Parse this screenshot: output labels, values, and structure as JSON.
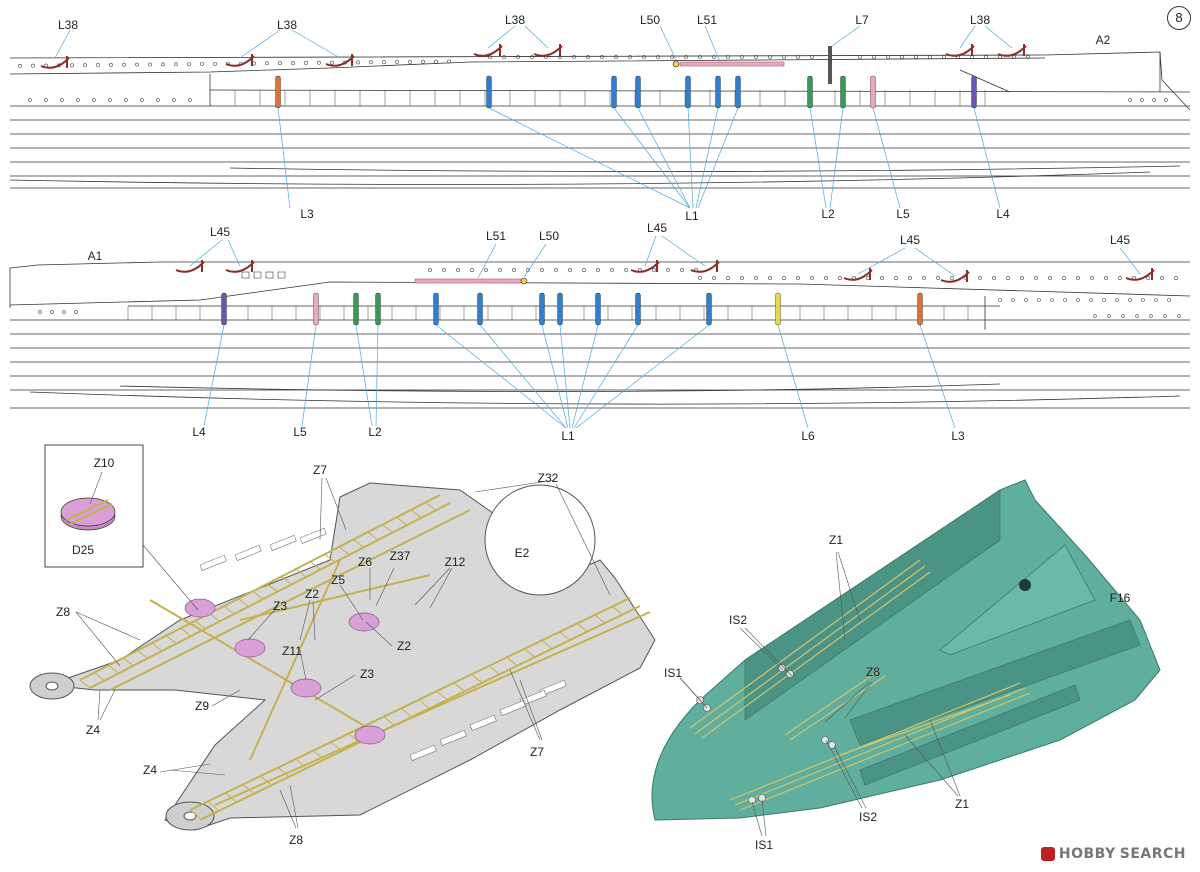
{
  "step_number": "8",
  "watermark": {
    "brand": "HOBBY",
    "site": "SEARCH",
    "color": "#b22222"
  },
  "colors": {
    "line": "#333333",
    "leader": "#4fa9d6",
    "blue_pipe": "#2f7fcf",
    "orange_pipe": "#d9733a",
    "green_pipe": "#3a9a55",
    "pink_pipe": "#e9a9b8",
    "purple_pipe": "#6b56b0",
    "yellow_pipe": "#e6d84a",
    "dark_pipe": "#555555",
    "deck_gray": "#d8d8d8",
    "etched_gold": "#d4c46a",
    "teal_part": "#5fae9e",
    "disc_pink": "#d9a0d8",
    "crane_red": "#8a2e2e"
  },
  "view_top": {
    "hull_label": "A2",
    "callouts": [
      "L38",
      "L38",
      "L38",
      "L50",
      "L51",
      "L7",
      "L38",
      "L3",
      "L1",
      "L2",
      "L5",
      "L4"
    ]
  },
  "view_bottom": {
    "hull_label": "A1",
    "callouts": [
      "L45",
      "L51",
      "L50",
      "L45",
      "L45",
      "L45",
      "L4",
      "L5",
      "L2",
      "L1",
      "L6",
      "L3"
    ]
  },
  "deck_assembly": {
    "part_label": "E2",
    "inset": {
      "top": "Z10",
      "bottom": "D25"
    },
    "callouts": [
      "Z7",
      "Z32",
      "Z8",
      "Z6",
      "Z37",
      "Z12",
      "Z5",
      "Z2",
      "Z3",
      "Z11",
      "Z2",
      "Z3",
      "Z9",
      "Z4",
      "Z4",
      "Z7",
      "Z8"
    ]
  },
  "teal_assembly": {
    "part_label": "F16",
    "callouts": [
      "Z1",
      "IS2",
      "Z8",
      "IS1",
      "IS2",
      "Z1",
      "IS1"
    ]
  }
}
